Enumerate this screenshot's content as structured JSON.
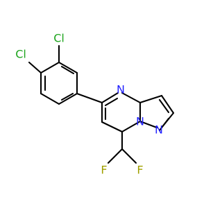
{
  "diagram": {
    "colors": {
      "background": "#ffffff",
      "bond": "#000000",
      "chlorine": "#1fa51f",
      "nitrogen": "#1f1fff",
      "fluorine": "#a0a000"
    },
    "atoms": {
      "cl_top": "Cl",
      "cl_left": "Cl",
      "n_pyrimidine": "N",
      "n_bridge": "N",
      "n_pyrazole": "N",
      "f_left": "F",
      "f_right": "F"
    }
  }
}
